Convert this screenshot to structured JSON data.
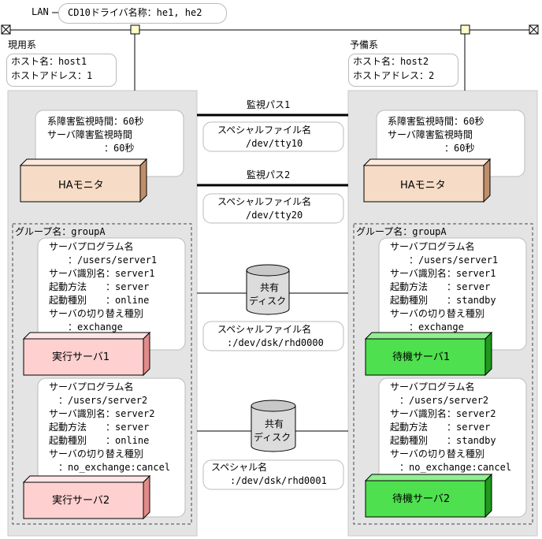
{
  "lan": {
    "label": "LAN",
    "driver": "CD10ドライバ名称：he1, he2"
  },
  "active": {
    "title": "現用系",
    "host": "ホスト名：host1",
    "address": "ホストアドレス：1",
    "monitor_lines": [
      "系障害監視時間：60秒",
      "サーバ障害監視時間",
      "　　　　　　：60秒"
    ],
    "ha_label": "HAモニタ",
    "group_label": "グループ名：groupA",
    "server1_lines": [
      "サーバプログラム名",
      "　　：/users/server1",
      "サーバ識別名：server1",
      "起動方法　　：server",
      "起動種別　　：online",
      "サーバの切り替え種別",
      "　　：exchange"
    ],
    "server1_label": "実行サーバ1",
    "server2_lines": [
      "サーバプログラム名",
      "　：/users/server2",
      "サーバ識別名：server2",
      "起動方法　　：server",
      "起動種別　　：online",
      "サーバの切り替え種別",
      "　：no_exchange:cancel"
    ],
    "server2_label": "実行サーバ2"
  },
  "standby": {
    "title": "予備系",
    "host": "ホスト名：host2",
    "address": "ホストアドレス：2",
    "monitor_lines": [
      "系障害監視時間：60秒",
      "サーバ障害監視時間",
      "　　　　　　：60秒"
    ],
    "ha_label": "HAモニタ",
    "group_label": "グループ名：groupA",
    "server1_lines": [
      "サーバプログラム名",
      "　　：/users/server1",
      "サーバ識別名：server1",
      "起動方法　　：server",
      "起動種別　　：standby",
      "サーバの切り替え種別",
      "　　：exchange"
    ],
    "server1_label": "待機サーバ1",
    "server2_lines": [
      "サーバプログラム名",
      "　：/users/server2",
      "サーバ識別名：server2",
      "起動方法　　：server",
      "起動種別　　：standby",
      "サーバの切り替え種別",
      "　：no_exchange:cancel"
    ],
    "server2_label": "待機サーバ2"
  },
  "paths": {
    "path1_label": "監視パス1",
    "path1_file": [
      "スペシャルファイル名",
      "　　　/dev/tty10"
    ],
    "path2_label": "監視パス2",
    "path2_file": [
      "スペシャルファイル名",
      "　　　/dev/tty20"
    ]
  },
  "disks": {
    "disk1_label": [
      "共有",
      "ディスク"
    ],
    "disk1_file": [
      "スペシャルファイル名",
      "　:/dev/dsk/rhd0000"
    ],
    "disk2_label": [
      "共有",
      "ディスク"
    ],
    "disk2_file": [
      "スペシャル名",
      "　　:/dev/dsk/rhd0001"
    ]
  },
  "colors": {
    "ha_face": "#f6dcc6",
    "ha_top": "#fbeadd",
    "ha_side": "#c08f6a",
    "exec_face": "#ffd0d0",
    "exec_top": "#ffe6e6",
    "exec_side": "#e28b8b",
    "wait_face": "#4ee04e",
    "wait_top": "#8ff08f",
    "wait_side": "#1f9a1f",
    "panel": "#e4e4e4",
    "node": "#ffffcc"
  }
}
